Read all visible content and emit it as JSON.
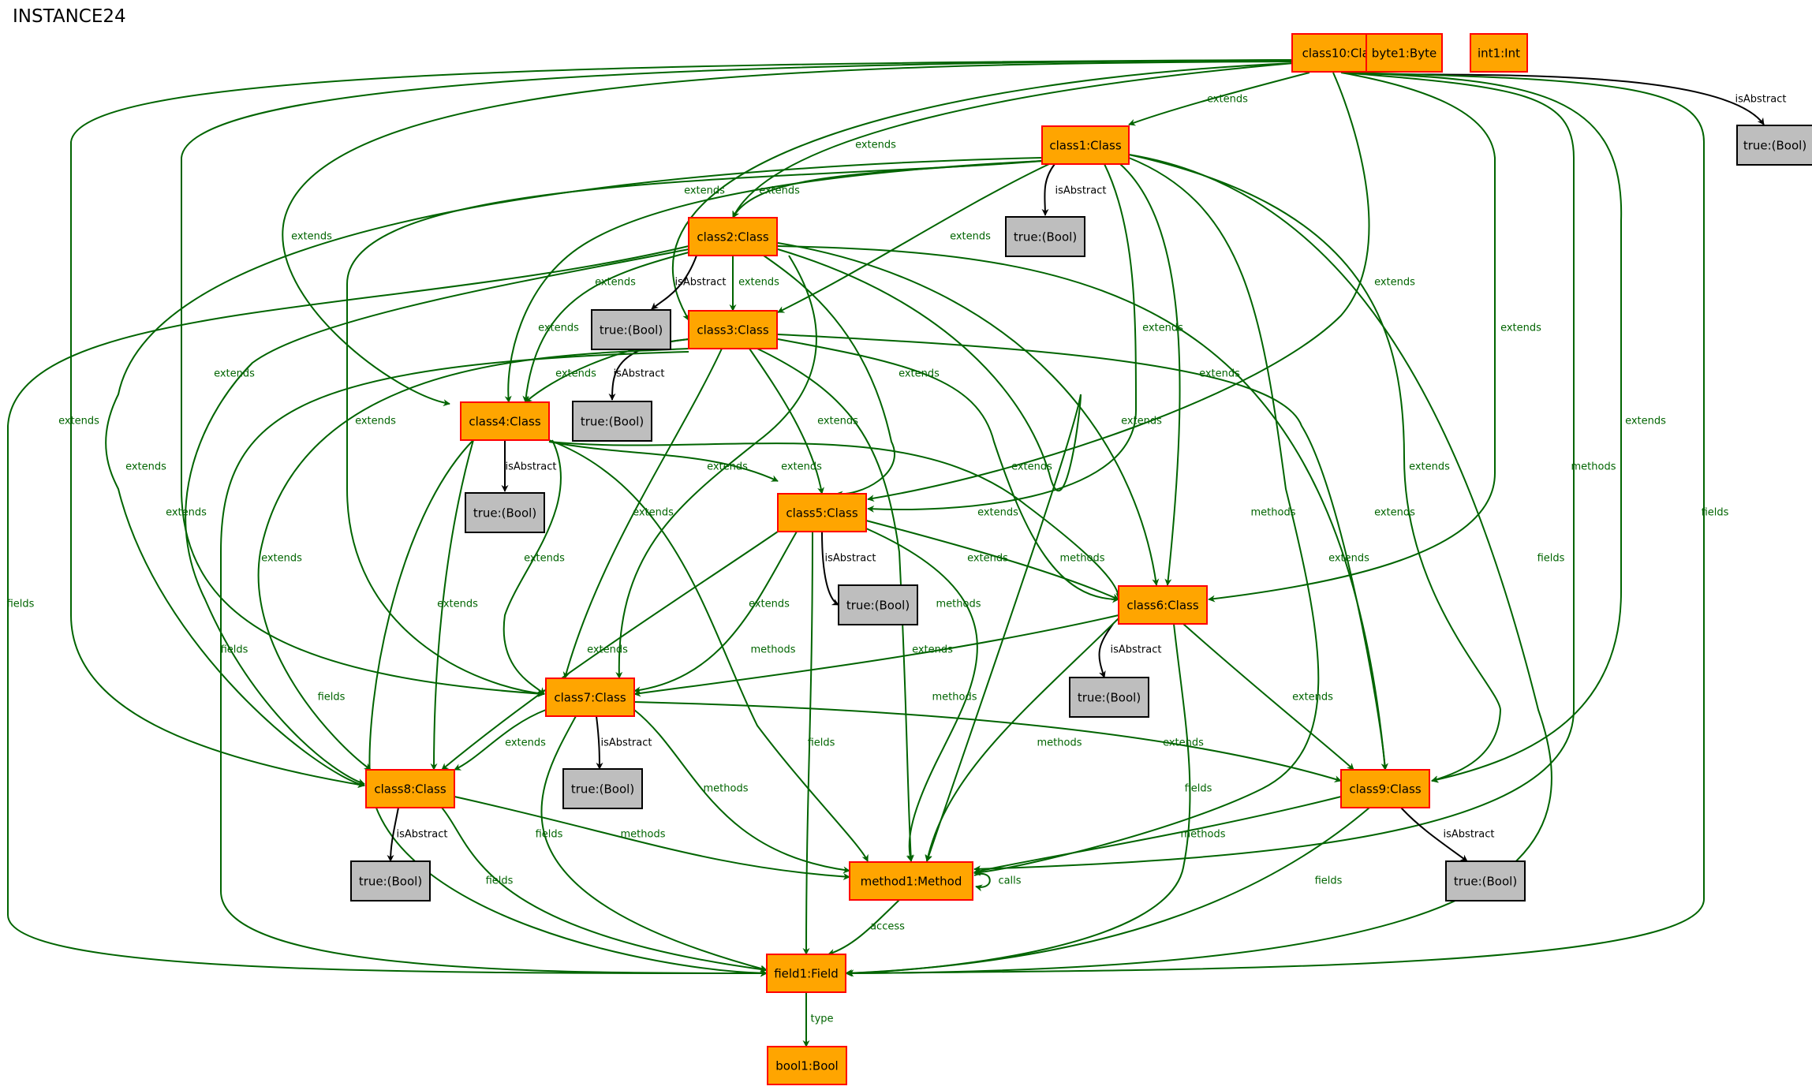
{
  "title": "INSTANCE24",
  "colors": {
    "object_fill": "#ffa500",
    "object_border": "#ff0000",
    "value_fill": "#bebebe",
    "value_border": "#000000",
    "green_edge": "#006400",
    "black_edge": "#000000"
  },
  "nodes": [
    {
      "id": "class10",
      "label": "class10:Class",
      "kind": "object"
    },
    {
      "id": "byte1",
      "label": "byte1:Byte",
      "kind": "object"
    },
    {
      "id": "int1",
      "label": "int1:Int",
      "kind": "object"
    },
    {
      "id": "t10",
      "label": "true:(Bool)",
      "kind": "value"
    },
    {
      "id": "class1",
      "label": "class1:Class",
      "kind": "object"
    },
    {
      "id": "t1",
      "label": "true:(Bool)",
      "kind": "value"
    },
    {
      "id": "class2",
      "label": "class2:Class",
      "kind": "object"
    },
    {
      "id": "t2",
      "label": "true:(Bool)",
      "kind": "value"
    },
    {
      "id": "class3",
      "label": "class3:Class",
      "kind": "object"
    },
    {
      "id": "t3",
      "label": "true:(Bool)",
      "kind": "value"
    },
    {
      "id": "class4",
      "label": "class4:Class",
      "kind": "object"
    },
    {
      "id": "t4",
      "label": "true:(Bool)",
      "kind": "value"
    },
    {
      "id": "class5",
      "label": "class5:Class",
      "kind": "object"
    },
    {
      "id": "t5",
      "label": "true:(Bool)",
      "kind": "value"
    },
    {
      "id": "class6",
      "label": "class6:Class",
      "kind": "object"
    },
    {
      "id": "t6",
      "label": "true:(Bool)",
      "kind": "value"
    },
    {
      "id": "class7",
      "label": "class7:Class",
      "kind": "object"
    },
    {
      "id": "t7",
      "label": "true:(Bool)",
      "kind": "value"
    },
    {
      "id": "class8",
      "label": "class8:Class",
      "kind": "object"
    },
    {
      "id": "t8",
      "label": "true:(Bool)",
      "kind": "value"
    },
    {
      "id": "class9",
      "label": "class9:Class",
      "kind": "object"
    },
    {
      "id": "t9",
      "label": "true:(Bool)",
      "kind": "value"
    },
    {
      "id": "method1",
      "label": "method1:Method",
      "kind": "object"
    },
    {
      "id": "field1",
      "label": "field1:Field",
      "kind": "object"
    },
    {
      "id": "bool1",
      "label": "bool1:Bool",
      "kind": "object"
    }
  ],
  "edges": [
    {
      "from": "class10",
      "to": "t10",
      "label": "isAbstract",
      "color": "black"
    },
    {
      "from": "class10",
      "to": "class1",
      "label": "extends",
      "color": "green"
    },
    {
      "from": "class10",
      "to": "class2",
      "label": "extends",
      "color": "green"
    },
    {
      "from": "class10",
      "to": "class3",
      "label": "extends",
      "color": "green"
    },
    {
      "from": "class10",
      "to": "class4",
      "label": "extends",
      "color": "green"
    },
    {
      "from": "class10",
      "to": "class5",
      "label": "extends",
      "color": "green"
    },
    {
      "from": "class10",
      "to": "class6",
      "label": "extends",
      "color": "green"
    },
    {
      "from": "class10",
      "to": "class7",
      "label": "extends",
      "color": "green"
    },
    {
      "from": "class10",
      "to": "class8",
      "label": "extends",
      "color": "green"
    },
    {
      "from": "class10",
      "to": "class9",
      "label": "extends",
      "color": "green"
    },
    {
      "from": "class10",
      "to": "method1",
      "label": "methods",
      "color": "green"
    },
    {
      "from": "class10",
      "to": "field1",
      "label": "fields",
      "color": "green"
    },
    {
      "from": "class1",
      "to": "t1",
      "label": "isAbstract",
      "color": "black"
    },
    {
      "from": "class1",
      "to": "class2",
      "label": "extends",
      "color": "green"
    },
    {
      "from": "class1",
      "to": "class3",
      "label": "extends",
      "color": "green"
    },
    {
      "from": "class1",
      "to": "class4",
      "label": "extends",
      "color": "green"
    },
    {
      "from": "class1",
      "to": "class5",
      "label": "extends",
      "color": "green"
    },
    {
      "from": "class1",
      "to": "class6",
      "label": "extends",
      "color": "green"
    },
    {
      "from": "class1",
      "to": "class7",
      "label": "extends",
      "color": "green"
    },
    {
      "from": "class1",
      "to": "class8",
      "label": "extends",
      "color": "green"
    },
    {
      "from": "class1",
      "to": "class9",
      "label": "extends",
      "color": "green"
    },
    {
      "from": "class1",
      "to": "method1",
      "label": "methods",
      "color": "green"
    },
    {
      "from": "class1",
      "to": "field1",
      "label": "fields",
      "color": "green"
    },
    {
      "from": "class2",
      "to": "t2",
      "label": "isAbstract",
      "color": "black"
    },
    {
      "from": "class2",
      "to": "class3",
      "label": "extends",
      "color": "green"
    },
    {
      "from": "class2",
      "to": "class4",
      "label": "extends",
      "color": "green"
    },
    {
      "from": "class2",
      "to": "class5",
      "label": "extends",
      "color": "green"
    },
    {
      "from": "class2",
      "to": "class6",
      "label": "extends",
      "color": "green"
    },
    {
      "from": "class2",
      "to": "class7",
      "label": "extends",
      "color": "green"
    },
    {
      "from": "class2",
      "to": "class8",
      "label": "extends",
      "color": "green"
    },
    {
      "from": "class2",
      "to": "class9",
      "label": "extends",
      "color": "green"
    },
    {
      "from": "class2",
      "to": "method1",
      "label": "methods",
      "color": "green"
    },
    {
      "from": "class2",
      "to": "field1",
      "label": "fields",
      "color": "green"
    },
    {
      "from": "class3",
      "to": "t3",
      "label": "isAbstract",
      "color": "black"
    },
    {
      "from": "class3",
      "to": "class4",
      "label": "extends",
      "color": "green"
    },
    {
      "from": "class3",
      "to": "class5",
      "label": "extends",
      "color": "green"
    },
    {
      "from": "class3",
      "to": "class6",
      "label": "extends",
      "color": "green"
    },
    {
      "from": "class3",
      "to": "class7",
      "label": "extends",
      "color": "green"
    },
    {
      "from": "class3",
      "to": "class8",
      "label": "extends",
      "color": "green"
    },
    {
      "from": "class3",
      "to": "class9",
      "label": "extends",
      "color": "green"
    },
    {
      "from": "class3",
      "to": "method1",
      "label": "methods",
      "color": "green"
    },
    {
      "from": "class3",
      "to": "field1",
      "label": "fields",
      "color": "green"
    },
    {
      "from": "class4",
      "to": "t4",
      "label": "isAbstract",
      "color": "black"
    },
    {
      "from": "class4",
      "to": "class5",
      "label": "extends",
      "color": "green"
    },
    {
      "from": "class4",
      "to": "class6",
      "label": "extends",
      "color": "green"
    },
    {
      "from": "class4",
      "to": "class7",
      "label": "extends",
      "color": "green"
    },
    {
      "from": "class4",
      "to": "class8",
      "label": "extends",
      "color": "green"
    },
    {
      "from": "class4",
      "to": "method1",
      "label": "methods",
      "color": "green"
    },
    {
      "from": "class4",
      "to": "field1",
      "label": "fields",
      "color": "green"
    },
    {
      "from": "class5",
      "to": "t5",
      "label": "isAbstract",
      "color": "black"
    },
    {
      "from": "class5",
      "to": "class6",
      "label": "extends",
      "color": "green"
    },
    {
      "from": "class5",
      "to": "class7",
      "label": "extends",
      "color": "green"
    },
    {
      "from": "class5",
      "to": "class8",
      "label": "extends",
      "color": "green"
    },
    {
      "from": "class5",
      "to": "method1",
      "label": "methods",
      "color": "green"
    },
    {
      "from": "class5",
      "to": "field1",
      "label": "fields",
      "color": "green"
    },
    {
      "from": "class6",
      "to": "t6",
      "label": "isAbstract",
      "color": "black"
    },
    {
      "from": "class6",
      "to": "class7",
      "label": "extends",
      "color": "green"
    },
    {
      "from": "class6",
      "to": "class9",
      "label": "extends",
      "color": "green"
    },
    {
      "from": "class6",
      "to": "method1",
      "label": "methods",
      "color": "green"
    },
    {
      "from": "class6",
      "to": "field1",
      "label": "fields",
      "color": "green"
    },
    {
      "from": "class7",
      "to": "t7",
      "label": "isAbstract",
      "color": "black"
    },
    {
      "from": "class7",
      "to": "class8",
      "label": "extends",
      "color": "green"
    },
    {
      "from": "class7",
      "to": "class9",
      "label": "extends",
      "color": "green"
    },
    {
      "from": "class7",
      "to": "method1",
      "label": "methods",
      "color": "green"
    },
    {
      "from": "class7",
      "to": "field1",
      "label": "fields",
      "color": "green"
    },
    {
      "from": "class8",
      "to": "t8",
      "label": "isAbstract",
      "color": "black"
    },
    {
      "from": "class8",
      "to": "method1",
      "label": "methods",
      "color": "green"
    },
    {
      "from": "class8",
      "to": "field1",
      "label": "fields",
      "color": "green"
    },
    {
      "from": "class9",
      "to": "t9",
      "label": "isAbstract",
      "color": "black"
    },
    {
      "from": "class9",
      "to": "method1",
      "label": "methods",
      "color": "green"
    },
    {
      "from": "class9",
      "to": "field1",
      "label": "fields",
      "color": "green"
    },
    {
      "from": "method1",
      "to": "method1",
      "label": "calls",
      "color": "green"
    },
    {
      "from": "method1",
      "to": "field1",
      "label": "access",
      "color": "green"
    },
    {
      "from": "field1",
      "to": "bool1",
      "label": "type",
      "color": "green"
    }
  ]
}
